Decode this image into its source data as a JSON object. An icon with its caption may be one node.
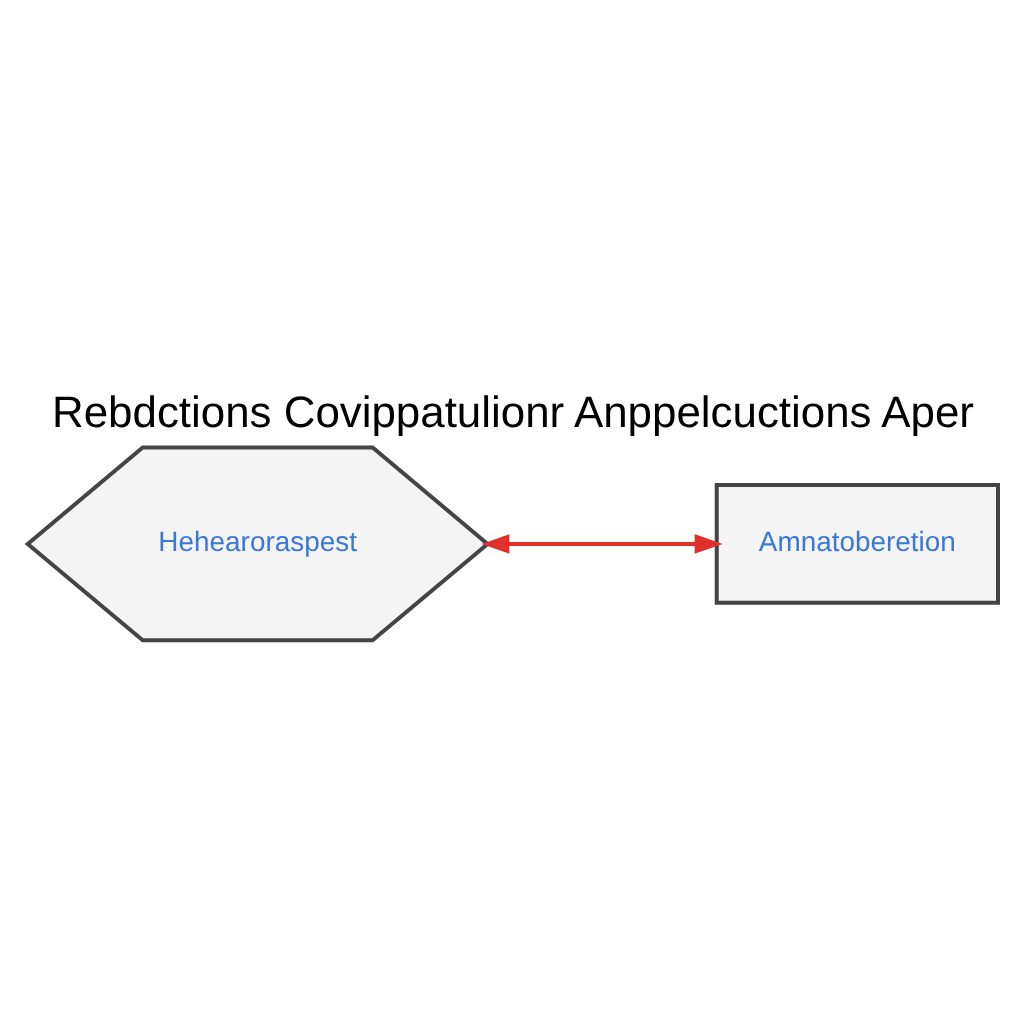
{
  "diagram": {
    "title": "Rebdctions Covippatulionr Anppelcuctions Aper",
    "nodes": [
      {
        "text": [
          "Hehearoraspest"
        ]
      },
      {
        "text": [
          "Amnatoberetion"
        ]
      }
    ],
    "edges": [
      {
        "from": 0,
        "to": 1,
        "arrow": "both",
        "color": "#e0302a"
      }
    ]
  }
}
